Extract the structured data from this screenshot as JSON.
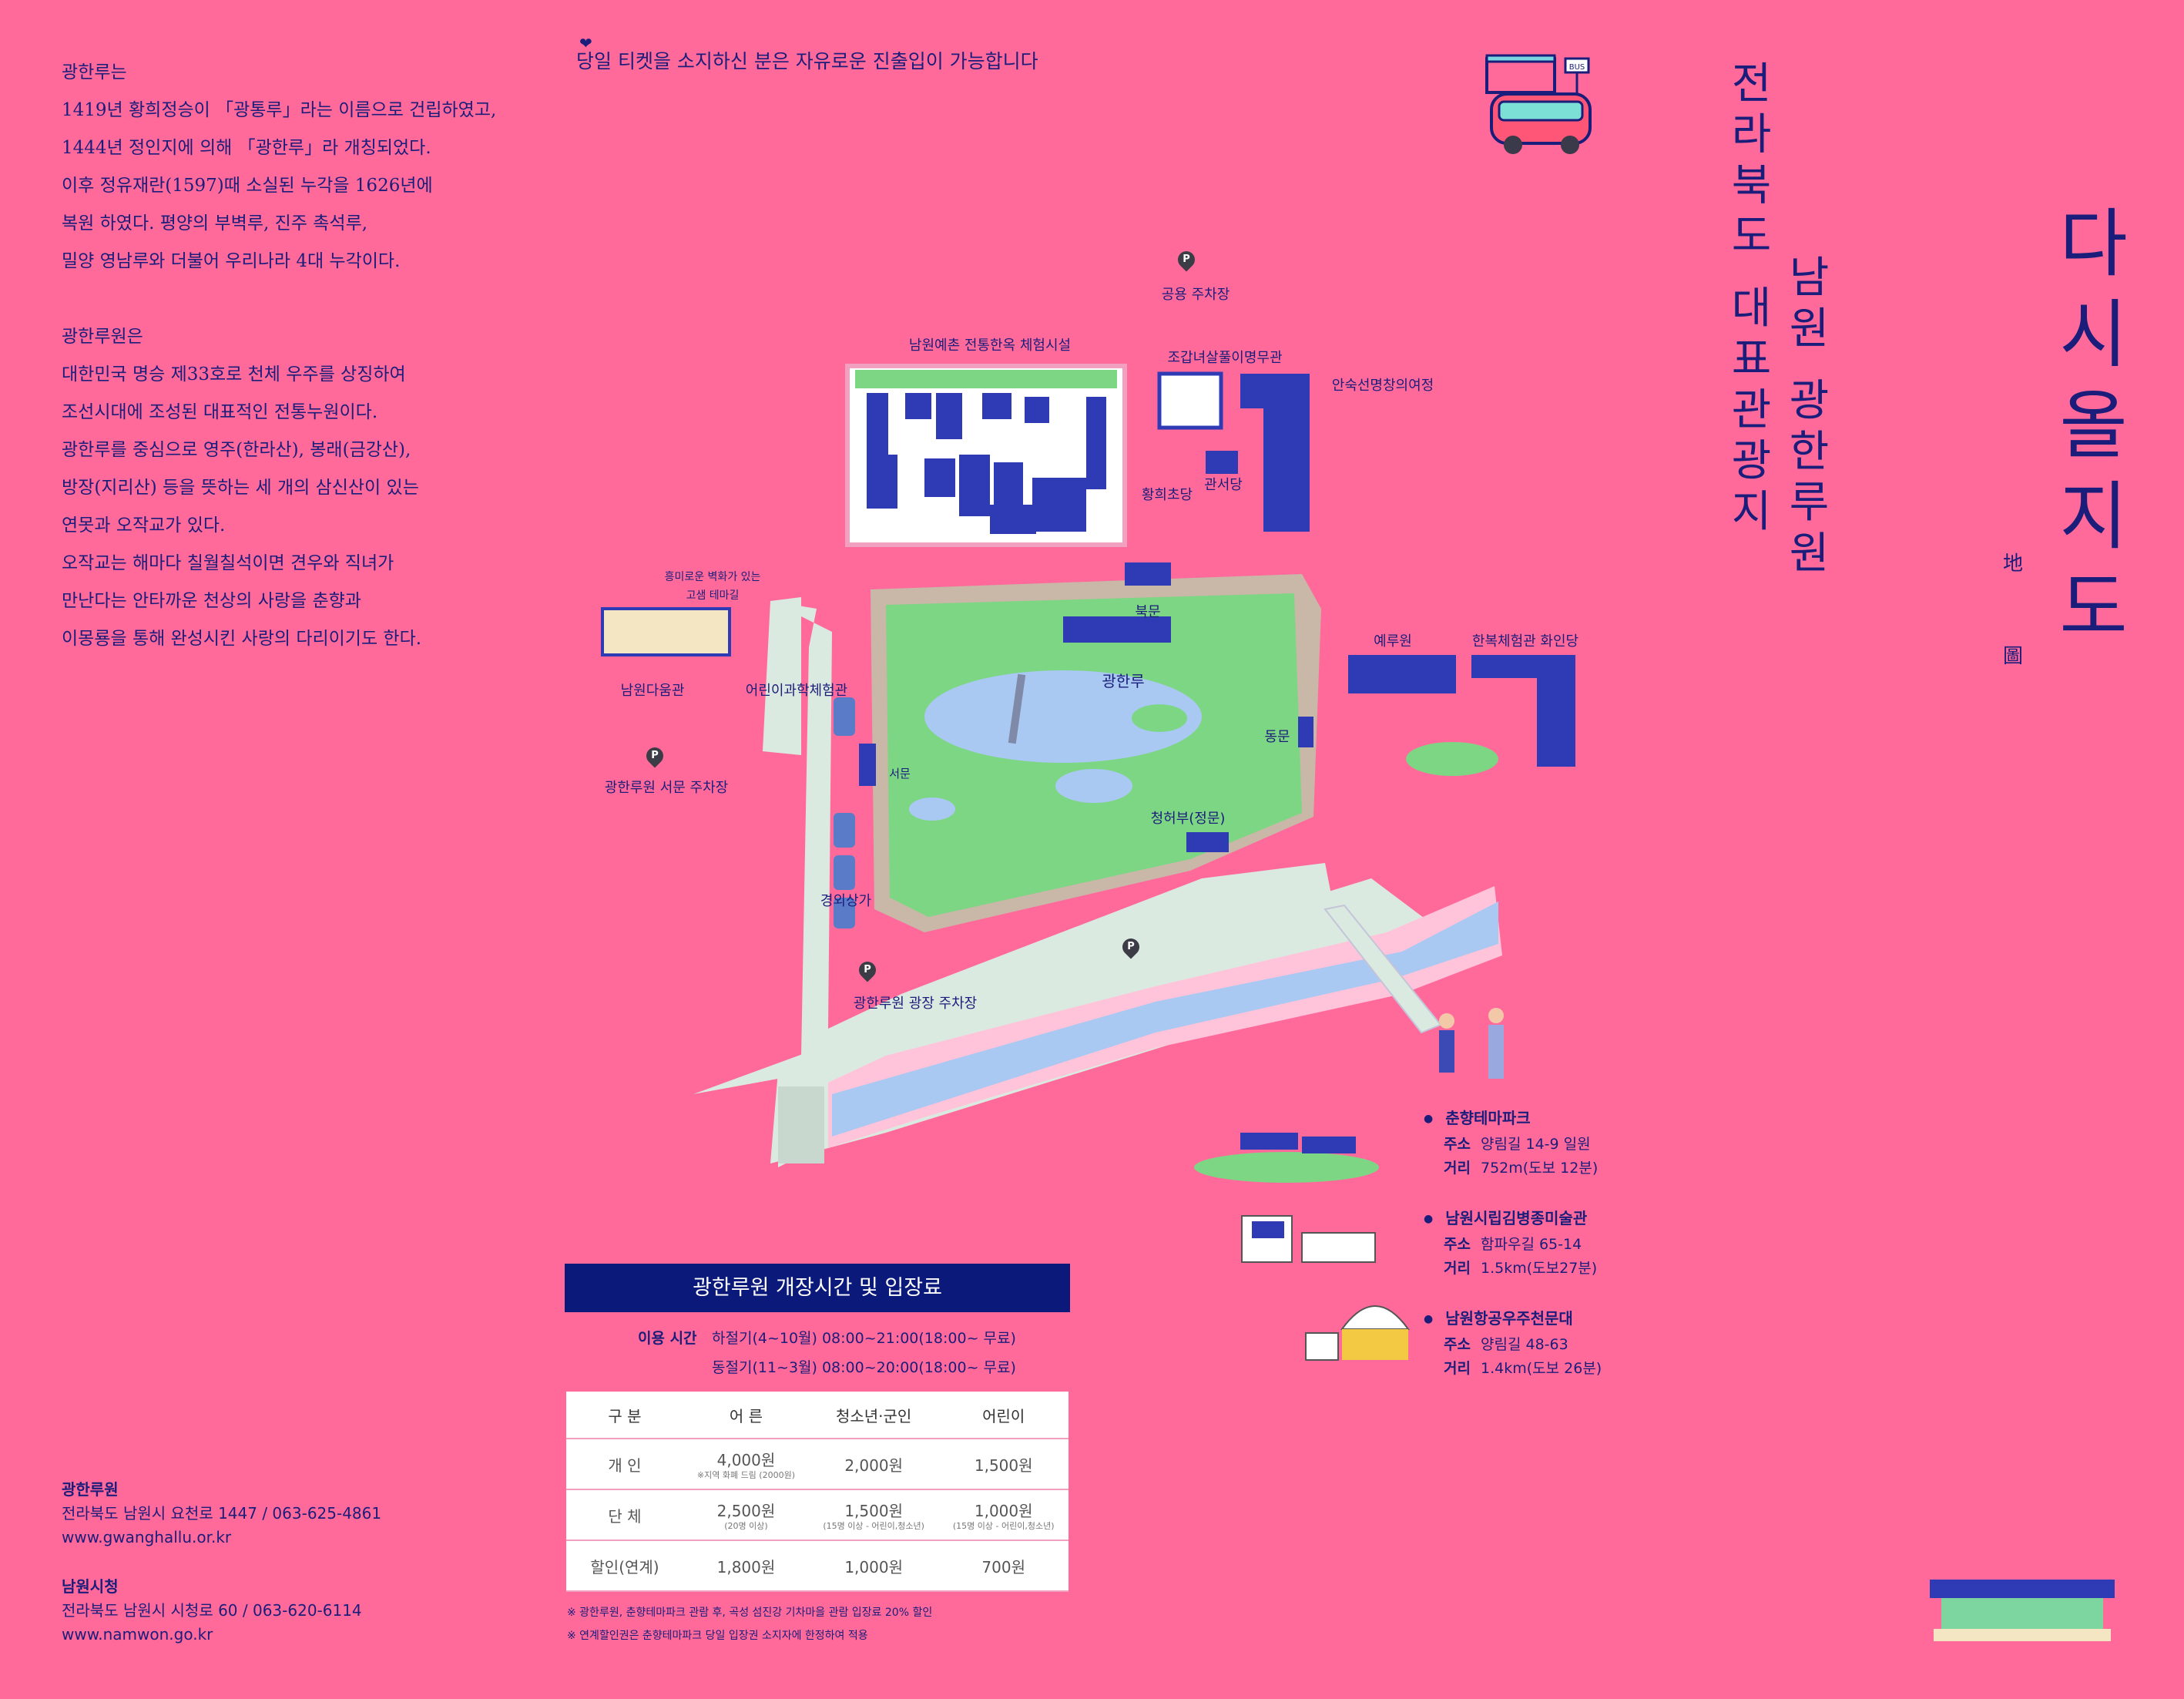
{
  "intro": {
    "p1": [
      "광한루는",
      "1419년 황희정승이 「광통루」라는 이름으로 건립하였고,",
      "1444년 정인지에 의해 「광한루」라 개칭되었다.",
      "이후 정유재란(1597)때 소실된 누각을 1626년에",
      "복원 하였다. 평양의 부벽루, 진주 촉석루,",
      "밀양 영남루와 더불어 우리나라 4대 누각이다."
    ],
    "p2": [
      "광한루원은",
      "대한민국 명승 제33호로 천체 우주를 상징하여",
      "조선시대에 조성된 대표적인 전통누원이다.",
      "광한루를 중심으로 영주(한라산), 봉래(금강산),",
      "방장(지리산) 등을 뜻하는 세 개의 삼신산이 있는",
      "연못과 오작교가 있다.",
      "오작교는 해마다 칠월칠석이면 견우와 직녀가",
      "만난다는 안타까운 천상의 사랑을 춘향과",
      "이몽룡을 통해 완성시킨 사랑의 다리이기도 한다."
    ]
  },
  "notice": "당일 티켓을 소지하신 분은 자유로운 진출입이 가능합니다",
  "titles": {
    "region": "전라북도 대표관광지",
    "place": "남원 광한루원",
    "main": "다시올지도",
    "hanja": [
      "地",
      "圖"
    ]
  },
  "bus_sign": "BUS",
  "map_labels": {
    "public_parking": "공용 주차장",
    "hanok": "남원예촌 전통한옥 체험시설",
    "museum": "조갑녀살풀이명무관",
    "ansuk": "안숙선명창의여정",
    "hwanghui": "황희초당",
    "gwanseo": "관서당",
    "mural_1": "흥미로운 벽화가 있는",
    "mural_2": "고샘 테마길",
    "damgwan": "남원다움관",
    "science": "어린이과학체험관",
    "bukmun": "북문",
    "gwanghanru": "광한루",
    "yeruwon": "예루원",
    "hanbok": "한복체험관 화인당",
    "dongmun": "동문",
    "seomun": "서문",
    "west_parking": "광한루원 서문 주차장",
    "cheongheobu": "청허부(정문)",
    "shops": "경외상가",
    "plaza_parking": "광한루원 광장 주차장"
  },
  "pois": [
    {
      "name": "춘향테마파크",
      "addr_label": "주소",
      "addr": "양림길 14-9 일원",
      "dist_label": "거리",
      "dist": "752m(도보 12분)"
    },
    {
      "name": "남원시립김병종미술관",
      "addr_label": "주소",
      "addr": "함파우길 65-14",
      "dist_label": "거리",
      "dist": "1.5km(도보27분)"
    },
    {
      "name": "남원항공우주천문대",
      "addr_label": "주소",
      "addr": "양림길 48-63",
      "dist_label": "거리",
      "dist": "1.4km(도보 26분)"
    }
  ],
  "hours": {
    "title": "광한루원 개장시간 및 입장료",
    "label": "이용 시간",
    "summer": "하절기(4~10월) 08:00~21:00(18:00~ 무료)",
    "winter": "동절기(11~3월) 08:00~20:00(18:00~ 무료)"
  },
  "price_table": {
    "headers": [
      "구 분",
      "어 른",
      "청소년·군인",
      "어린이"
    ],
    "rows": [
      {
        "type": "개 인",
        "adult": "4,000원",
        "adult_note": "※지역 화폐 드림 (2000원)",
        "youth": "2,000원",
        "youth_note": "",
        "child": "1,500원",
        "child_note": ""
      },
      {
        "type": "단 체",
        "adult": "2,500원",
        "adult_note": "(20명 이상)",
        "youth": "1,500원",
        "youth_note": "(15명 이상 - 어린이,청소년)",
        "child": "1,000원",
        "child_note": "(15명 이상 - 어린이,청소년)"
      },
      {
        "type": "할인(연계)",
        "adult": "1,800원",
        "adult_note": "",
        "youth": "1,000원",
        "youth_note": "",
        "child": "700원",
        "child_note": ""
      }
    ]
  },
  "notes": [
    "※ 광한루원, 춘향테마파크 관람 후, 곡성 섬진강 기차마을 관람 입장료 20% 할인",
    "※ 연계할인권은 춘향테마파크 당일 입장권 소지자에 한정하여 적용"
  ],
  "contacts": [
    {
      "name": "광한루원",
      "address": "전라북도 남원시 요천로 1447 / 063-625-4861",
      "web": "www.gwanghallu.or.kr"
    },
    {
      "name": "남원시청",
      "address": "전라북도 남원시 시청로 60 / 063-620-6114",
      "web": "www.namwon.go.kr"
    }
  ],
  "colors": {
    "background": "#ff6a9b",
    "text": "#1a1d7a",
    "banner": "#0b1a7a",
    "park_green": "#7dd684",
    "pond": "#a9c8f2",
    "path": "#dbeae0"
  }
}
